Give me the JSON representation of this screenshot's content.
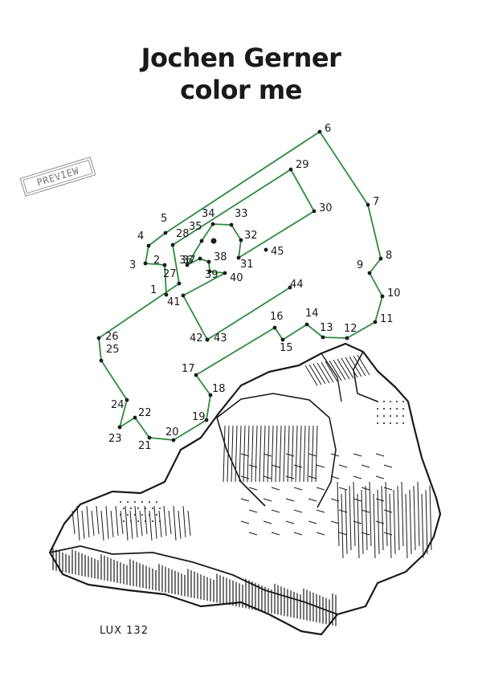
{
  "title": {
    "author": "Jochen Gerner",
    "subtitle": "color me"
  },
  "stamp": {
    "text": "PREVIEW"
  },
  "footer": {
    "code": "LUX 132"
  },
  "colors": {
    "path": "#2e8b3e",
    "ink": "#1a1a1a",
    "stamp": "#8a8a8a"
  },
  "puzzle": {
    "labels": [
      "1",
      "2",
      "3",
      "4",
      "5",
      "6",
      "7",
      "8",
      "9",
      "10",
      "11",
      "12",
      "13",
      "14",
      "15",
      "16",
      "17",
      "18",
      "19",
      "20",
      "21",
      "22",
      "23",
      "24",
      "25",
      "26",
      "27",
      "28",
      "29",
      "30",
      "31",
      "32",
      "33",
      "34",
      "35",
      "36",
      "37",
      "38",
      "39",
      "40",
      "41",
      "42",
      "43",
      "44",
      "45"
    ]
  }
}
